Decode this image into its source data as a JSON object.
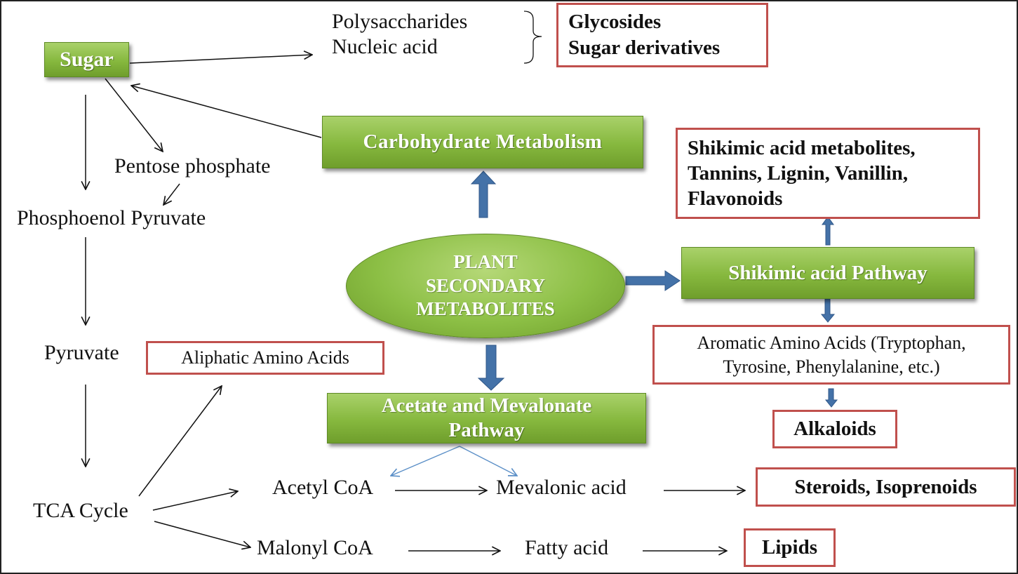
{
  "diagram": {
    "center": "PLANT SECONDARY METABOLITES",
    "sugar": "Sugar",
    "polysaccharides": "Polysaccharides",
    "nucleic_acid": "Nucleic acid",
    "glycosides": "Glycosides",
    "sugar_derivatives": "Sugar derivatives",
    "carbohydrate_metabolism": "Carbohydrate Metabolism",
    "pentose_phosphate": "Pentose phosphate",
    "phosphoenol_pyruvate": "Phosphoenol Pyruvate",
    "pyruvate": "Pyruvate",
    "aliphatic_amino_acids": "Aliphatic Amino Acids",
    "tca_cycle": "TCA Cycle",
    "shikimic_metabolites_line1": "Shikimic acid metabolites,",
    "shikimic_metabolites_line2": "Tannins, Lignin, Vanillin,",
    "shikimic_metabolites_line3": "Flavonoids",
    "shikimic_pathway": "Shikimic acid Pathway",
    "aromatic_line1": "Aromatic Amino Acids (Tryptophan,",
    "aromatic_line2": "Tyrosine, Phenylalanine, etc.)",
    "alkaloids": "Alkaloids",
    "acetate_line1": "Acetate and Mevalonate",
    "acetate_line2": "Pathway",
    "acetyl_coa": "Acetyl CoA",
    "mevalonic_acid": "Mevalonic acid",
    "steroids": "Steroids, Isoprenoids",
    "malonyl_coa": "Malonyl CoA",
    "fatty_acid": "Fatty acid",
    "lipids": "Lipids"
  },
  "colors": {
    "green_box": "#86b83e",
    "red_border": "#c0504d",
    "blue_arrow": "#4472a8",
    "thin_blue_arrow": "#5b8fc7"
  }
}
